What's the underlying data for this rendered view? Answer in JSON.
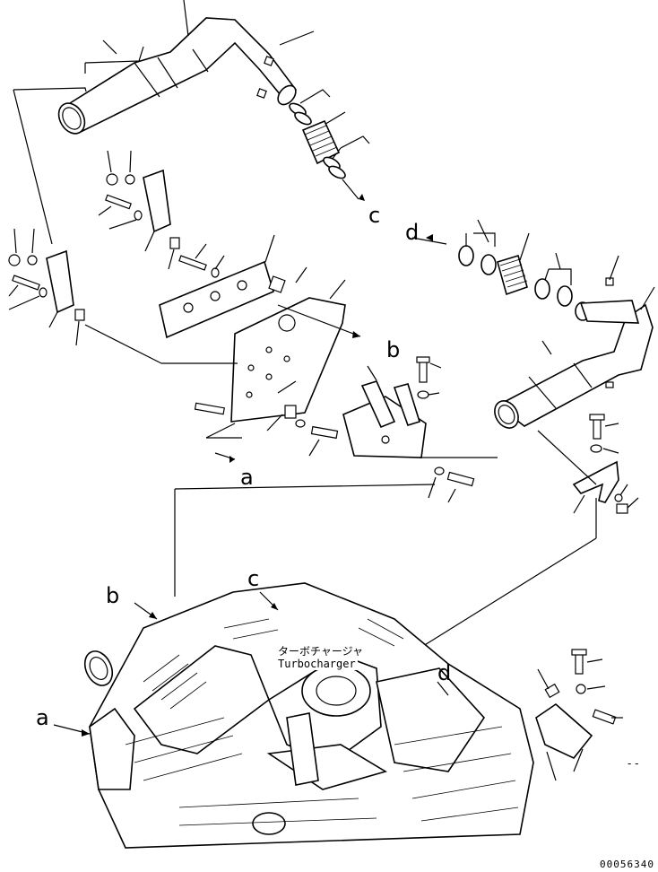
{
  "callouts": {
    "a_top": "a",
    "b_top": "b",
    "c_top": "c",
    "d_top": "d",
    "a_bottom": "a",
    "b_bottom": "b",
    "c_bottom": "c",
    "d_bottom": "d"
  },
  "turbocharger": {
    "label_jp": "ターボチャージャ",
    "label_en": "Turbocharger"
  },
  "footer": {
    "drawing_code": "00056340",
    "dash_mark": "- -"
  }
}
